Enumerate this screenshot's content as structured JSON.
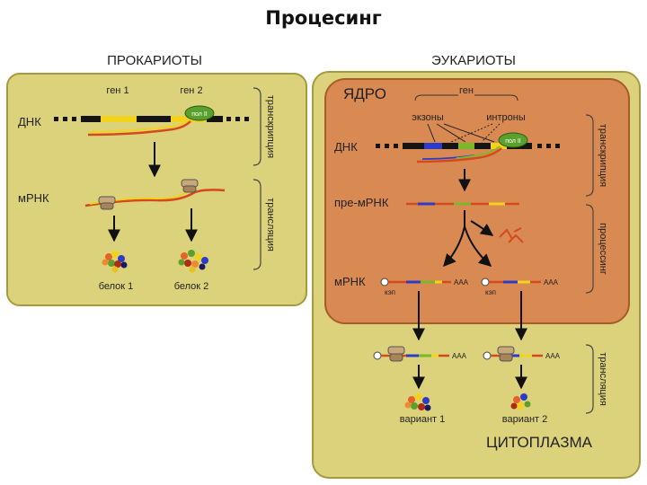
{
  "slide": {
    "title": "Процесинг"
  },
  "colors": {
    "panel_fill": "#dcd27c",
    "panel_stroke": "#a59a3e",
    "nucleus_fill": "#d98a52",
    "nucleus_stroke": "#a85c2a",
    "dna_black": "#141414",
    "gene_yellow": "#f2d21c",
    "exon_blue": "#2c3cc8",
    "exon_green": "#7ab82a",
    "mrna_red": "#d44a1c",
    "polymerase": "#5aa02c",
    "arrow": "#111111"
  },
  "prokaryotes": {
    "heading": "ПРОКАРИОТЫ",
    "gene1": "ген 1",
    "gene2": "ген 2",
    "dna_label": "ДНК",
    "polymerase": "пол II",
    "mrna_label": "мРНК",
    "transcription": "транскрипция",
    "translation": "трансляция",
    "protein1": "белок 1",
    "protein2": "белок 2"
  },
  "eukaryotes": {
    "heading": "ЭУКАРИОТЫ",
    "nucleus": "ЯДРО",
    "gene": "ген",
    "exons": "экзоны",
    "introns": "интроны",
    "dna_label": "ДНК",
    "polymerase": "пол II",
    "pre_mrna": "пре-мРНК",
    "mrna_label": "мРНК",
    "cap": "кэп",
    "polya": "AAA",
    "transcription": "транскрипция",
    "processing": "процессинг",
    "translation": "трансляция",
    "variant1": "вариант 1",
    "variant2": "вариант 2",
    "cytoplasm": "ЦИТОПЛАЗМА"
  }
}
